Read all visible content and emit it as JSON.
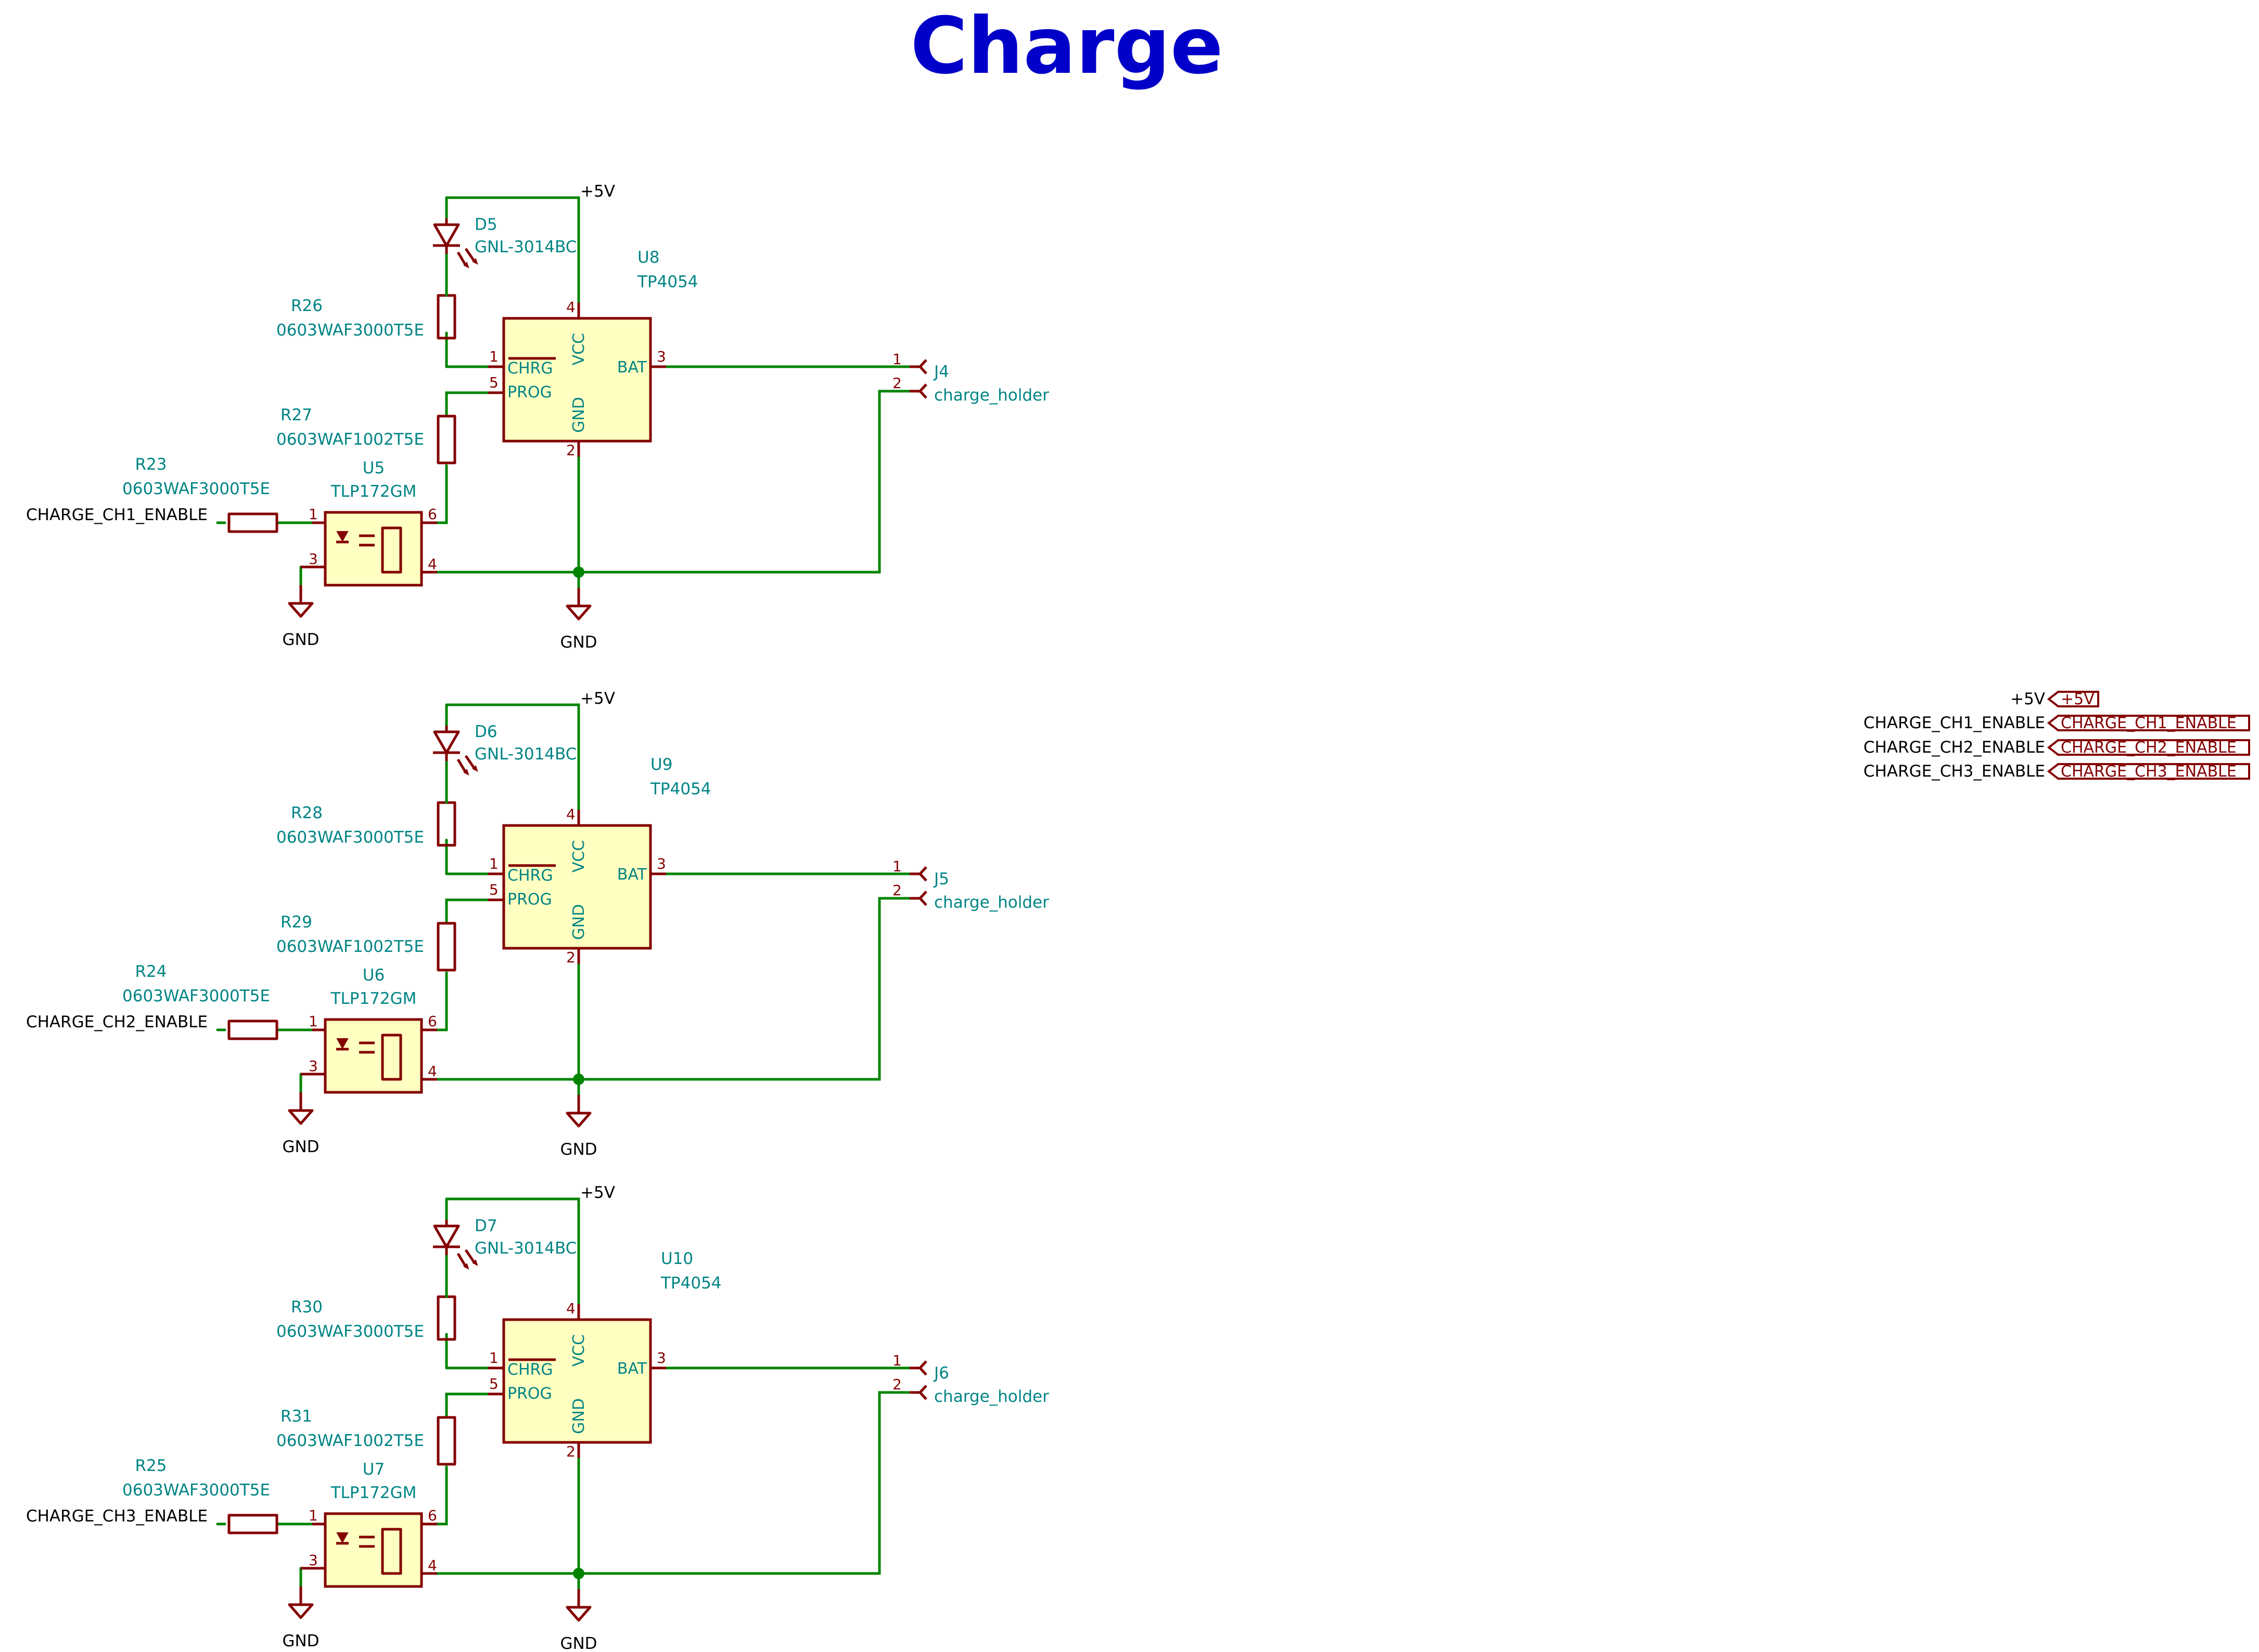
{
  "title": "Charge",
  "colors": {
    "title": "#0000c8",
    "wire": "#008400",
    "symbol_outline": "#840000",
    "symbol_fill": "#ffffc2",
    "reference_text": "#008484",
    "net_label_text": "#000000"
  },
  "channels": [
    {
      "power_label": "+5V",
      "gnd_label_left": "GND",
      "gnd_label_center": "GND",
      "enable_net": "CHARGE_CH1_ENABLE",
      "led": {
        "ref": "D5",
        "value": "GNL-3014BC"
      },
      "r_led": {
        "ref": "R26",
        "value": "0603WAF3000T5E"
      },
      "r_prog": {
        "ref": "R27",
        "value": "0603WAF1002T5E"
      },
      "r_in": {
        "ref": "R23",
        "value": "0603WAF3000T5E"
      },
      "opto": {
        "ref": "U5",
        "value": "TLP172GM",
        "pins": {
          "in": "1",
          "gnd": "3",
          "out_top": "6",
          "out_bottom": "4"
        }
      },
      "ic": {
        "ref": "U8",
        "value": "TP4054",
        "pin_names": {
          "chrg": "CHRG",
          "prog": "PROG",
          "bat": "BAT",
          "vcc": "VCC",
          "gnd": "GND"
        },
        "pin_numbers": {
          "chrg": "1",
          "prog": "5",
          "bat": "3",
          "vcc": "4",
          "gnd": "2"
        }
      },
      "connector": {
        "ref": "J4",
        "value": "charge_holder",
        "pin_numbers": [
          "1",
          "2"
        ]
      }
    },
    {
      "power_label": "+5V",
      "gnd_label_left": "GND",
      "gnd_label_center": "GND",
      "enable_net": "CHARGE_CH2_ENABLE",
      "led": {
        "ref": "D6",
        "value": "GNL-3014BC"
      },
      "r_led": {
        "ref": "R28",
        "value": "0603WAF3000T5E"
      },
      "r_prog": {
        "ref": "R29",
        "value": "0603WAF1002T5E"
      },
      "r_in": {
        "ref": "R24",
        "value": "0603WAF3000T5E"
      },
      "opto": {
        "ref": "U6",
        "value": "TLP172GM",
        "pins": {
          "in": "1",
          "gnd": "3",
          "out_top": "6",
          "out_bottom": "4"
        }
      },
      "ic": {
        "ref": "U9",
        "value": "TP4054",
        "pin_names": {
          "chrg": "CHRG",
          "prog": "PROG",
          "bat": "BAT",
          "vcc": "VCC",
          "gnd": "GND"
        },
        "pin_numbers": {
          "chrg": "1",
          "prog": "5",
          "bat": "3",
          "vcc": "4",
          "gnd": "2"
        }
      },
      "connector": {
        "ref": "J5",
        "value": "charge_holder",
        "pin_numbers": [
          "1",
          "2"
        ]
      }
    },
    {
      "power_label": "+5V",
      "gnd_label_left": "GND",
      "gnd_label_center": "GND",
      "enable_net": "CHARGE_CH3_ENABLE",
      "led": {
        "ref": "D7",
        "value": "GNL-3014BC"
      },
      "r_led": {
        "ref": "R30",
        "value": "0603WAF3000T5E"
      },
      "r_prog": {
        "ref": "R31",
        "value": "0603WAF1002T5E"
      },
      "r_in": {
        "ref": "R25",
        "value": "0603WAF3000T5E"
      },
      "opto": {
        "ref": "U7",
        "value": "TLP172GM",
        "pins": {
          "in": "1",
          "gnd": "3",
          "out_top": "6",
          "out_bottom": "4"
        }
      },
      "ic": {
        "ref": "U10",
        "value": "TP4054",
        "pin_names": {
          "chrg": "CHRG",
          "prog": "PROG",
          "bat": "BAT",
          "vcc": "VCC",
          "gnd": "GND"
        },
        "pin_numbers": {
          "chrg": "1",
          "prog": "5",
          "bat": "3",
          "vcc": "4",
          "gnd": "2"
        }
      },
      "connector": {
        "ref": "J6",
        "value": "charge_holder",
        "pin_numbers": [
          "1",
          "2"
        ]
      }
    }
  ],
  "global_labels": [
    {
      "net": "+5V",
      "label": "+5V"
    },
    {
      "net": "CHARGE_CH1_ENABLE",
      "label": "CHARGE_CH1_ENABLE"
    },
    {
      "net": "CHARGE_CH2_ENABLE",
      "label": "CHARGE_CH2_ENABLE"
    },
    {
      "net": "CHARGE_CH3_ENABLE",
      "label": "CHARGE_CH3_ENABLE"
    }
  ]
}
